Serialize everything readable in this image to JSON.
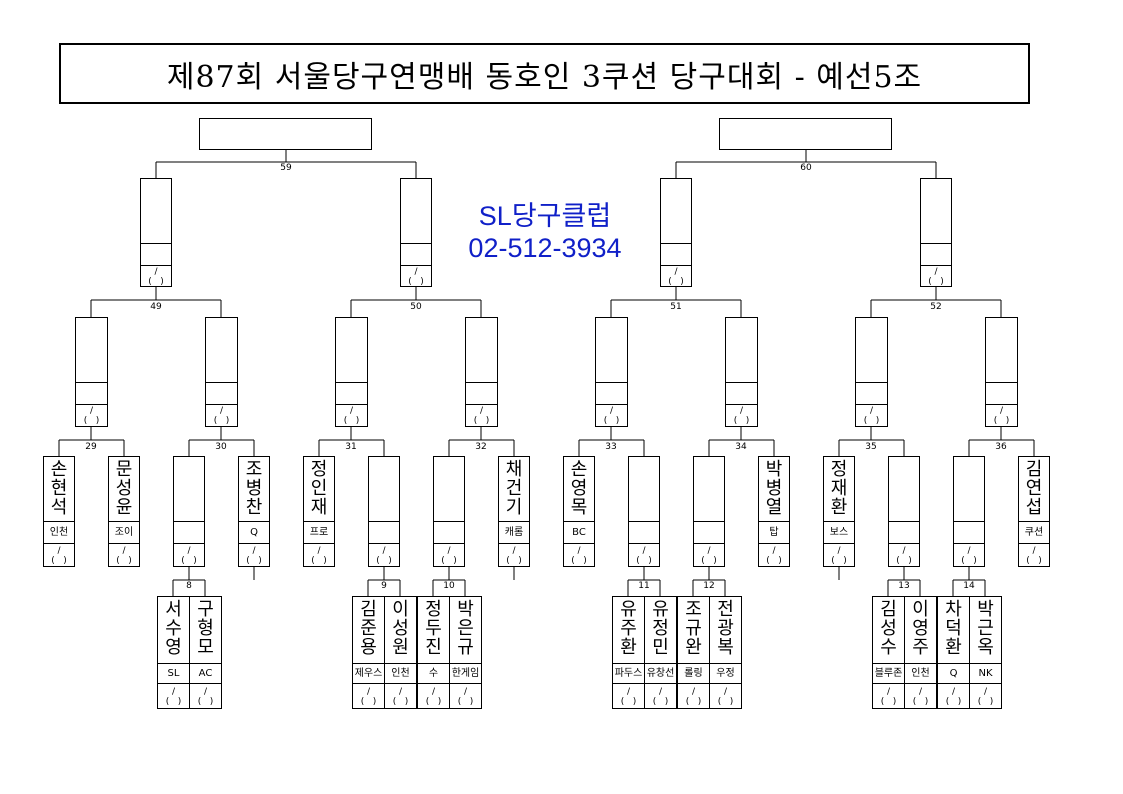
{
  "title": "제87회 서울당구연맹배 동호인 3쿠션 당구대회 - 예선5조",
  "club": {
    "name": "SL당구클럽",
    "phone": "02-512-3934"
  },
  "score_text": "( / )",
  "match_numbers": {
    "m59": "59",
    "m60": "60",
    "m49": "49",
    "m50": "50",
    "m51": "51",
    "m52": "52",
    "m29": "29",
    "m30": "30",
    "m31": "31",
    "m32": "32",
    "m33": "33",
    "m34": "34",
    "m35": "35",
    "m36": "36",
    "m8": "8",
    "m9": "9",
    "m10": "10",
    "m11": "11",
    "m12": "12",
    "m13": "13",
    "m14": "14"
  },
  "players": {
    "p29a": {
      "name": "손현석",
      "club": "인천"
    },
    "p29b": {
      "name": "문성윤",
      "club": "조이"
    },
    "p30b": {
      "name": "조병찬",
      "club": "Q"
    },
    "p31a": {
      "name": "정인재",
      "club": "프로"
    },
    "p32b": {
      "name": "채건기",
      "club": "캐롬"
    },
    "p33a": {
      "name": "손영목",
      "club": "BC"
    },
    "p34b": {
      "name": "박병열",
      "club": "탑"
    },
    "p35a": {
      "name": "정재환",
      "club": "보스"
    },
    "p36b": {
      "name": "김연섭",
      "club": "쿠션"
    },
    "p8a": {
      "name": "서수영",
      "club": "SL"
    },
    "p8b": {
      "name": "구형모",
      "club": "AC"
    },
    "p9a": {
      "name": "김준용",
      "club": "제우스"
    },
    "p9b": {
      "name": "이성원",
      "club": "인천"
    },
    "p10a": {
      "name": "정두진",
      "club": "수"
    },
    "p10b": {
      "name": "박은규",
      "club": "한게임"
    },
    "p11a": {
      "name": "유주환",
      "club": "파두스"
    },
    "p11b": {
      "name": "유정민",
      "club": "유창선"
    },
    "p12a": {
      "name": "조규완",
      "club": "롤링"
    },
    "p12b": {
      "name": "전광복",
      "club": "우정"
    },
    "p13a": {
      "name": "김성수",
      "club": "블루존"
    },
    "p13b": {
      "name": "이영주",
      "club": "인천"
    },
    "p14a": {
      "name": "차덕환",
      "club": "Q"
    },
    "p14b": {
      "name": "박근옥",
      "club": "NK"
    }
  }
}
